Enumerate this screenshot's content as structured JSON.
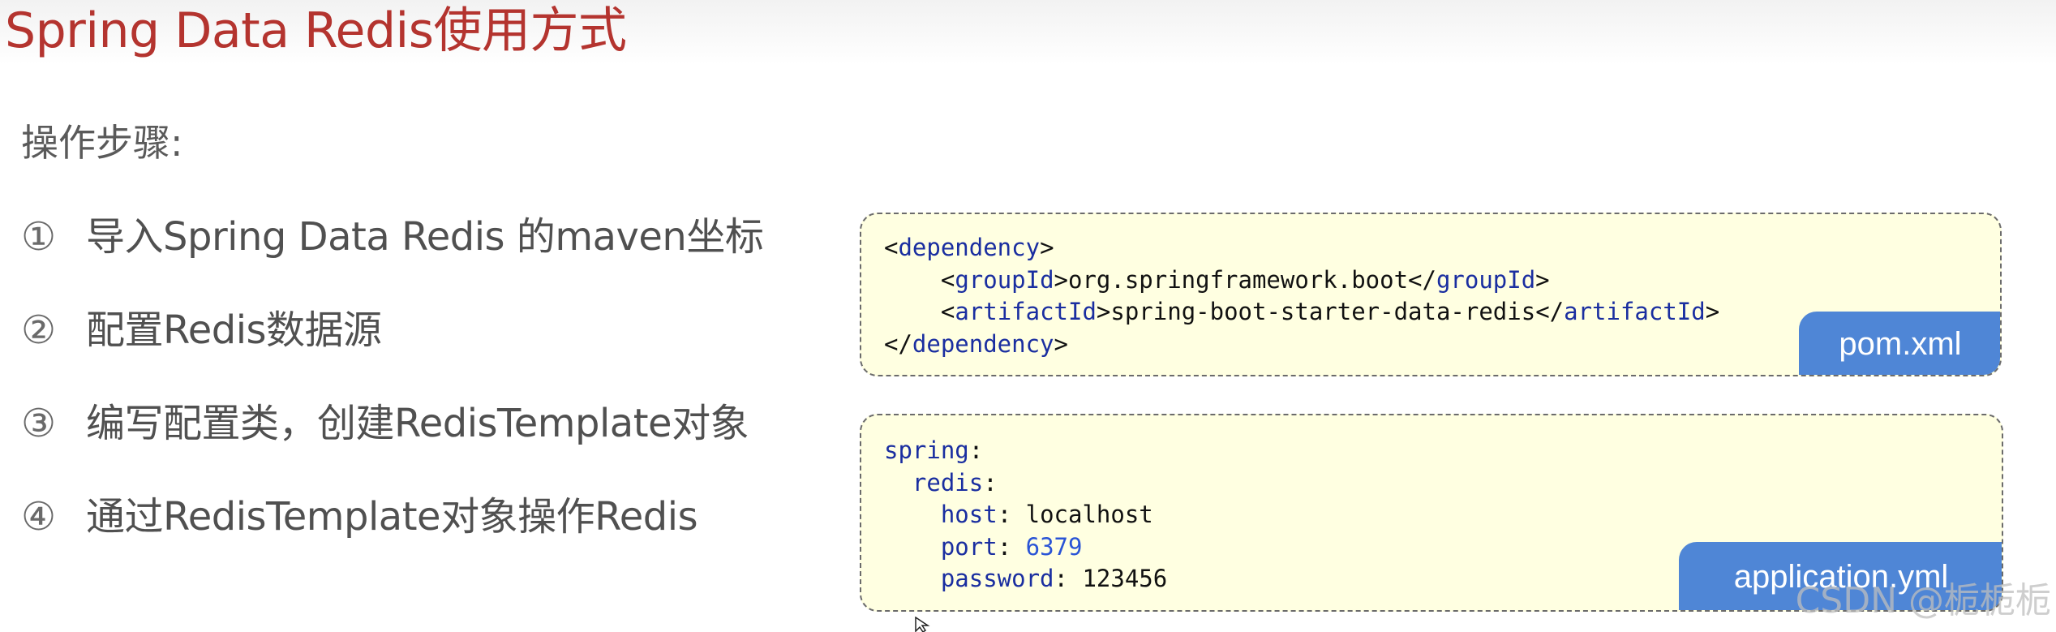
{
  "title": "Spring Data Redis使用方式",
  "steps_heading": "操作步骤:",
  "steps": [
    {
      "num": "①",
      "text": "导入Spring Data Redis 的maven坐标"
    },
    {
      "num": "②",
      "text": "配置Redis数据源"
    },
    {
      "num": "③",
      "text": "编写配置类，创建RedisTemplate对象"
    },
    {
      "num": "④",
      "text": "通过RedisTemplate对象操作Redis"
    }
  ],
  "pom": {
    "label": "pom.xml",
    "open_dependency": "dependency",
    "groupId_tag": "groupId",
    "groupId_value": "org.springframework.boot",
    "artifactId_tag": "artifactId",
    "artifactId_value": "spring-boot-starter-data-redis",
    "close_dependency": "dependency"
  },
  "yml": {
    "label": "application.yml",
    "spring_key": "spring",
    "redis_key": "redis",
    "host_key": "host",
    "host_value": "localhost",
    "port_key": "port",
    "port_value": "6379",
    "password_key": "password",
    "password_value": "123456"
  },
  "watermark": "CSDN @栀栀栀",
  "colors": {
    "title": "#b4342f",
    "code_bg": "#ffffe1",
    "tag_bg": "#4f86d6",
    "keyword": "#1a2ea0"
  }
}
